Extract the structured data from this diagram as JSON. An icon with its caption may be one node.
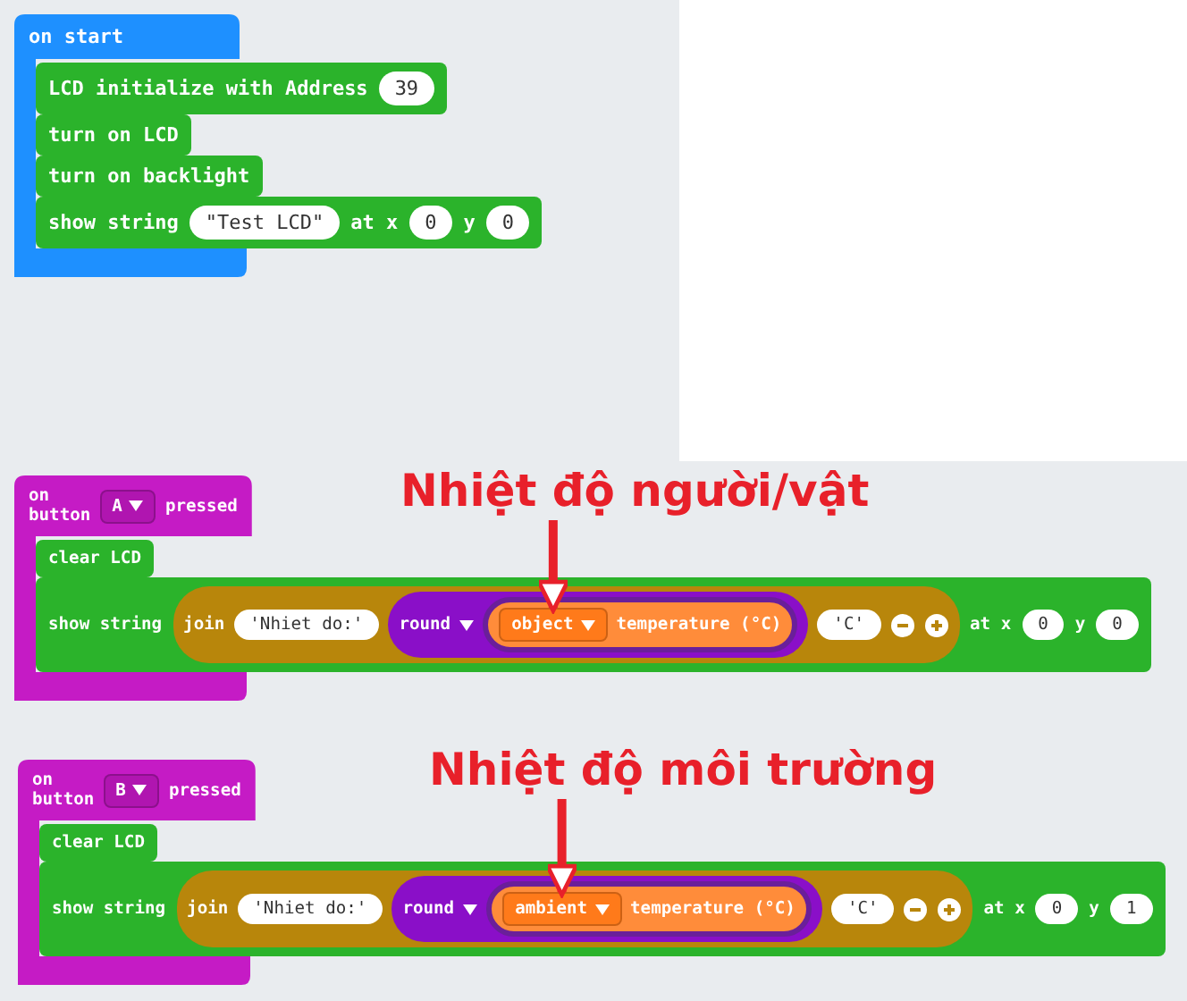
{
  "diagram": {
    "nodes": [
      {
        "text": [
          "on start"
        ]
      },
      {
        "text": [
          "LCD initialize with Address"
        ]
      },
      {
        "text": [
          "39"
        ],
        "in": 1
      },
      {
        "text": [
          "turn on LCD"
        ]
      },
      {
        "text": [
          "turn on backlight"
        ]
      },
      {
        "text": [
          "show string",
          "at x",
          "y"
        ]
      },
      {
        "text": [
          "\"Test LCD\""
        ],
        "in": 5
      },
      {
        "text": [
          "0"
        ],
        "in": 5
      },
      {
        "text": [
          "0"
        ],
        "in": 5
      },
      {
        "text": [
          "on button",
          "pressed"
        ]
      },
      {
        "text": [
          "A"
        ],
        "in": 9
      },
      {
        "text": [
          "clear LCD"
        ]
      },
      {
        "text": [
          "show string",
          "at x",
          "y"
        ]
      },
      {
        "text": [
          "join"
        ],
        "in": 12
      },
      {
        "text": [
          "'Nhiet do:'"
        ],
        "in": 13
      },
      {
        "text": [
          "round"
        ],
        "in": 13
      },
      {
        "text": [
          "temperature (°C)"
        ],
        "in": 15
      },
      {
        "text": [
          "object"
        ],
        "in": 16
      },
      {
        "text": [
          "'C'"
        ],
        "in": 13
      },
      {
        "text": [
          "0"
        ],
        "in": 12
      },
      {
        "text": [
          "0"
        ],
        "in": 12
      },
      {
        "text": [
          "Nhiệt độ người/vật"
        ]
      },
      {
        "text": [
          "on button",
          "pressed"
        ]
      },
      {
        "text": [
          "B"
        ],
        "in": 22
      },
      {
        "text": [
          "clear LCD"
        ]
      },
      {
        "text": [
          "show string",
          "at x",
          "y"
        ]
      },
      {
        "text": [
          "join"
        ],
        "in": 25
      },
      {
        "text": [
          "'Nhiet do:'"
        ],
        "in": 26
      },
      {
        "text": [
          "round"
        ],
        "in": 26
      },
      {
        "text": [
          "temperature (°C)"
        ],
        "in": 28
      },
      {
        "text": [
          "ambient"
        ],
        "in": 29
      },
      {
        "text": [
          "'C'"
        ],
        "in": 26
      },
      {
        "text": [
          "0"
        ],
        "in": 25
      },
      {
        "text": [
          "1"
        ],
        "in": 25
      },
      {
        "text": [
          "Nhiệt độ môi trường"
        ]
      }
    ],
    "edges": [
      {
        "from": 21,
        "to": 17,
        "arrow": "to"
      },
      {
        "from": 34,
        "to": 30,
        "arrow": "to"
      }
    ]
  }
}
